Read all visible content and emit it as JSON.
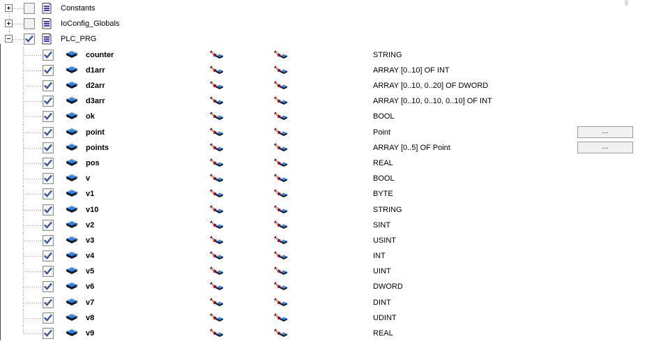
{
  "tree": {
    "top_nodes": [
      {
        "label": "Constants",
        "expanded": false,
        "checked": false
      },
      {
        "label": "IoConfig_Globals",
        "expanded": false,
        "checked": false
      },
      {
        "label": "PLC_PRG",
        "expanded": true,
        "checked": true
      }
    ],
    "variables": [
      {
        "name": "counter",
        "type": "STRING",
        "checked": true,
        "has_button": false
      },
      {
        "name": "d1arr",
        "type": "ARRAY [0..10] OF INT",
        "checked": true,
        "has_button": false
      },
      {
        "name": "d2arr",
        "type": "ARRAY [0..10, 0..20] OF DWORD",
        "checked": true,
        "has_button": false
      },
      {
        "name": "d3arr",
        "type": "ARRAY [0..10, 0..10, 0..10] OF INT",
        "checked": true,
        "has_button": false
      },
      {
        "name": "ok",
        "type": "BOOL",
        "checked": true,
        "has_button": false
      },
      {
        "name": "point",
        "type": "Point",
        "checked": true,
        "has_button": true
      },
      {
        "name": "points",
        "type": "ARRAY [0..5] OF Point",
        "checked": true,
        "has_button": true
      },
      {
        "name": "pos",
        "type": "REAL",
        "checked": true,
        "has_button": false
      },
      {
        "name": "v",
        "type": "BOOL",
        "checked": true,
        "has_button": false
      },
      {
        "name": "v1",
        "type": "BYTE",
        "checked": true,
        "has_button": false
      },
      {
        "name": "v10",
        "type": "STRING",
        "checked": true,
        "has_button": false
      },
      {
        "name": "v2",
        "type": "SINT",
        "checked": true,
        "has_button": false
      },
      {
        "name": "v3",
        "type": "USINT",
        "checked": true,
        "has_button": false
      },
      {
        "name": "v4",
        "type": "INT",
        "checked": true,
        "has_button": false
      },
      {
        "name": "v5",
        "type": "UINT",
        "checked": true,
        "has_button": false
      },
      {
        "name": "v6",
        "type": "DWORD",
        "checked": true,
        "has_button": false
      },
      {
        "name": "v7",
        "type": "DINT",
        "checked": true,
        "has_button": false
      },
      {
        "name": "v8",
        "type": "UDINT",
        "checked": true,
        "has_button": false
      },
      {
        "name": "v9",
        "type": "REAL",
        "checked": true,
        "has_button": false
      }
    ],
    "ellipsis_button_label": "...",
    "icon_names": {
      "node": "document-icon",
      "variable": "variable-cube-icon",
      "access_col1": "access-rights-icon",
      "access_col2": "maximal-access-icon"
    }
  },
  "colors": {
    "icon_blue": "#2e84e6",
    "icon_maroon": "#8c1616",
    "check_blue": "#3d5a96",
    "doc_line_blue": "#2323cc",
    "tree_line_grey": "#9a9a9a",
    "button_face": "#f1f1f1",
    "button_border": "#9d9d9d"
  }
}
